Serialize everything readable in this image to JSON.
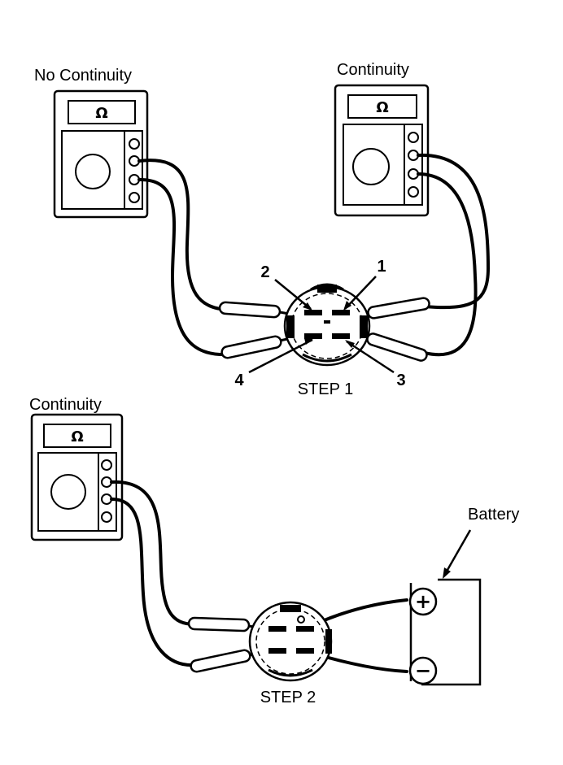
{
  "labels": {
    "meter1_status": "No Continuity",
    "meter2_status": "Continuity",
    "meter3_status": "Continuity",
    "step1": "STEP 1",
    "step2": "STEP 2",
    "battery": "Battery"
  },
  "terminals": {
    "t1": "1",
    "t2": "2",
    "t3": "3",
    "t4": "4"
  },
  "symbols": {
    "ohm": "Ω",
    "battery_positive": "+",
    "battery_negative": "−"
  },
  "icons": {
    "meter": "multimeter-icon",
    "probe": "test-probe-icon",
    "switch": "ignition-switch-connector-icon",
    "battery": "battery-icon"
  },
  "colors": {
    "ink": "#000000",
    "paper": "#ffffff"
  }
}
